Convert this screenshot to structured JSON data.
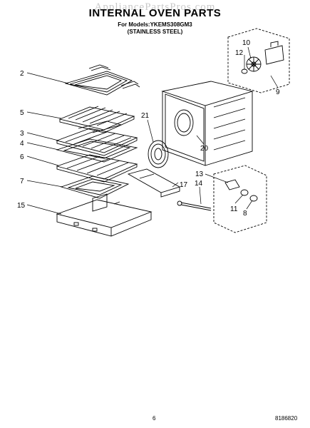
{
  "watermark": "AppliancePartsPros.com",
  "title": "INTERNAL OVEN PARTS",
  "models_line": "For Models:YKEMS308GM3",
  "variant_line": "(STAINLESS STEEL)",
  "page_number": "6",
  "doc_number": "8186820",
  "callouts": [
    "2",
    "5",
    "3",
    "4",
    "6",
    "7",
    "15",
    "10",
    "12",
    "9",
    "21",
    "20",
    "13",
    "14",
    "17",
    "11",
    "8"
  ]
}
